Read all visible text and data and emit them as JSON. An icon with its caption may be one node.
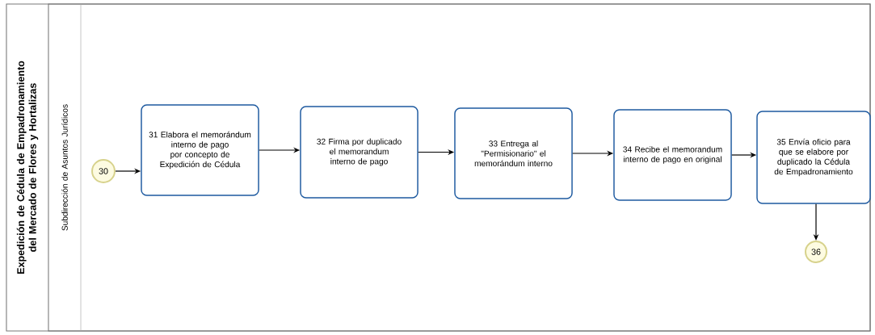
{
  "diagram": {
    "nodes": [
      {
        "text": [
          "Expedición de Cédula de Empadronamiento del Mercado de Flores y Hortalizas"
        ]
      },
      {
        "text": [
          "Subdirección de Asuntos Jurídicos"
        ],
        "in": 0
      },
      {
        "text": [
          "30"
        ],
        "in": 1
      },
      {
        "text": [
          "31 Elabora el memorándum interno de pago por concepto de Expedición de Cédula"
        ],
        "in": 1
      },
      {
        "text": [
          "32 Firma por duplicado el memorandum interno de pago"
        ],
        "in": 1
      },
      {
        "text": [
          "33 Entrega al \"Permisionario\" el memorándum interno"
        ],
        "in": 1
      },
      {
        "text": [
          "34 Recibe el memorandum interno de pago en original"
        ],
        "in": 1
      },
      {
        "text": [
          "35 Envía oficio para que se elabore por duplicado la Cédula de Empadronamiento"
        ],
        "in": 1
      },
      {
        "text": [
          "36"
        ],
        "in": 1
      }
    ],
    "edges": [
      {
        "from": 2,
        "to": 3,
        "arrow": "to"
      },
      {
        "from": 3,
        "to": 4,
        "arrow": "to"
      },
      {
        "from": 4,
        "to": 5,
        "arrow": "to"
      },
      {
        "from": 5,
        "to": 6,
        "arrow": "to"
      },
      {
        "from": 6,
        "to": 7,
        "arrow": "to"
      },
      {
        "from": 7,
        "to": 8,
        "arrow": "to"
      }
    ]
  }
}
